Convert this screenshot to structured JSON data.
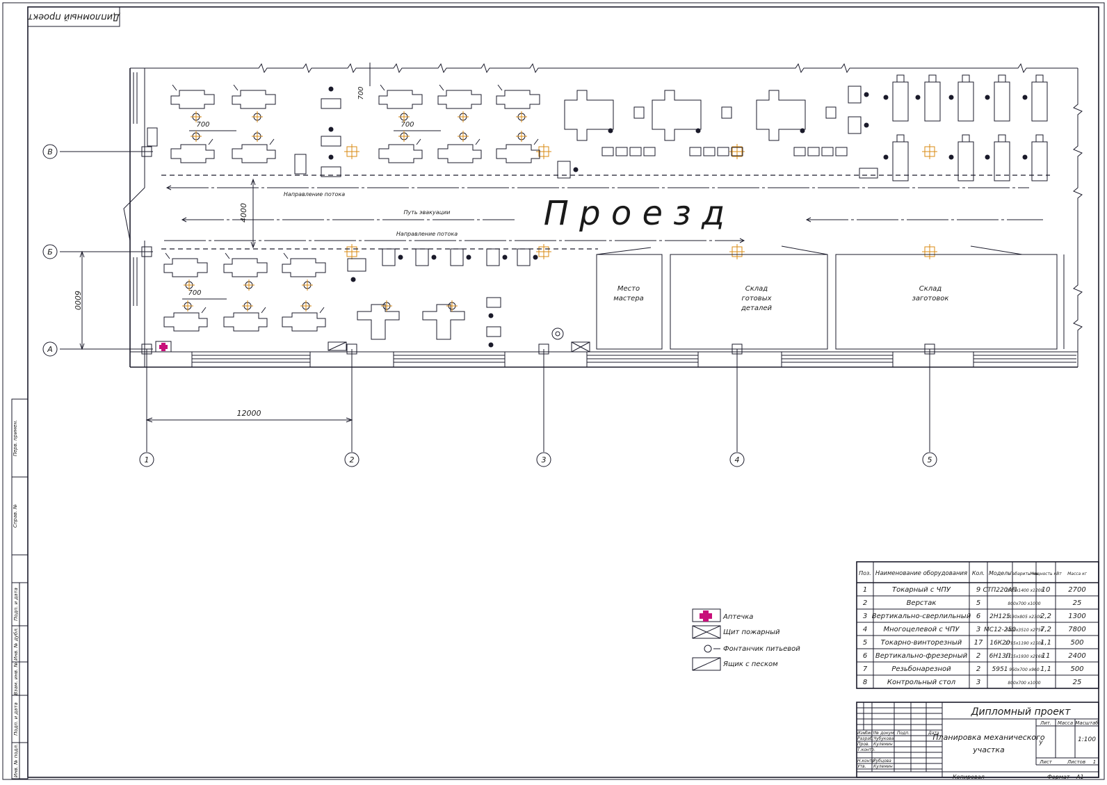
{
  "corner_stamp": "Дипломный проект",
  "axes": {
    "letters": [
      "В",
      "Б",
      "А"
    ],
    "numbers": [
      "1",
      "2",
      "3",
      "4",
      "5"
    ]
  },
  "dimensions": {
    "span_12000": "12000",
    "span_6000": "6000",
    "span_4000": "4000",
    "gap_700_a": "700",
    "gap_700_b": "700",
    "gap_700_c": "700",
    "gap_700_top": "700"
  },
  "passage": {
    "title": "П р о е з д",
    "flow_top": "Направление потока",
    "evacuation": "Путь эвакуации",
    "flow_bottom": "Направление потока"
  },
  "rooms": {
    "master_line1": "Место",
    "master_line2": "мастера",
    "finished_line1": "Склад",
    "finished_line2": "готовых",
    "finished_line3": "деталей",
    "blanks_line1": "Склад",
    "blanks_line2": "заготовок"
  },
  "legend": {
    "first_aid": "Аптечка",
    "fire_shield": "Щит пожарный",
    "fountain": "Фонтанчик питьевой",
    "sand_box": "Ящик с песком"
  },
  "spec_table": {
    "headers": [
      "Поз.",
      "Наименование оборудования",
      "Кол.",
      "Модель",
      "Габариты мм",
      "Мощность кВт",
      "Масса кг"
    ],
    "rows": [
      [
        "1",
        "Токарный с ЧПУ",
        "9",
        "СТП220АП",
        "2505х1400 х1200",
        "10",
        "2700"
      ],
      [
        "2",
        "Верстак",
        "5",
        "",
        "800х700 х1000",
        "",
        "25"
      ],
      [
        "3",
        "Вертикально-сверлильный",
        "6",
        "2Н125",
        "1130х805 х2300",
        "2,2",
        "1300"
      ],
      [
        "4",
        "Многоцелевой с ЧПУ",
        "3",
        "МС12-250",
        "3420х3510 х2750",
        "7,2",
        "7800"
      ],
      [
        "5",
        "Токарно-винторезный",
        "17",
        "16К20",
        "2795х1190 х1500",
        "1,1",
        "500"
      ],
      [
        "6",
        "Вертикально-фрезерный",
        "2",
        "6Н13П",
        "2135х1930 х2160",
        "11",
        "2400"
      ],
      [
        "7",
        "Резьбонарезной",
        "2",
        "5951",
        "960х700 х960",
        "1,1",
        "500"
      ],
      [
        "8",
        "Контрольный стол",
        "3",
        "",
        "800х700 х1000",
        "",
        "25"
      ]
    ]
  },
  "title_block": {
    "project": "Дипломный проект",
    "drawing_title_1": "Планировка механического",
    "drawing_title_2": "участка",
    "col_izm": "Изм.",
    "col_list": "Лист",
    "col_doc": "№ докум.",
    "col_sign": "Подп.",
    "col_date": "Дата",
    "row_razrab": "Разраб.",
    "row_prov": "Пров.",
    "row_tkontr": "Т.контр.",
    "row_nkontr": "Н.контр.",
    "row_utv": "Утв.",
    "name_1": "Чубукова",
    "name_2": "Кулемин",
    "name_3": "Рубцова",
    "name_4": "Кулемин",
    "lit": "Лит.",
    "mass": "Масса",
    "scale": "Масштаб",
    "scale_value": "1:100",
    "lit_value": "у",
    "sheet": "Лист",
    "sheets": "Листов",
    "sheets_value": "1",
    "copied": "Копировал",
    "format": "Формат",
    "format_value": "А1"
  },
  "side_stamps": [
    "Перв. примен.",
    "Справ. №",
    "Подп. и дата",
    "Инв. № дубл.",
    "Взам. инв. №",
    "Подп. и дата",
    "Инв. № подл."
  ],
  "colors": {
    "line": "#1a1a2a",
    "first_aid": "#c8107a",
    "column_mark": "#d98a10"
  }
}
